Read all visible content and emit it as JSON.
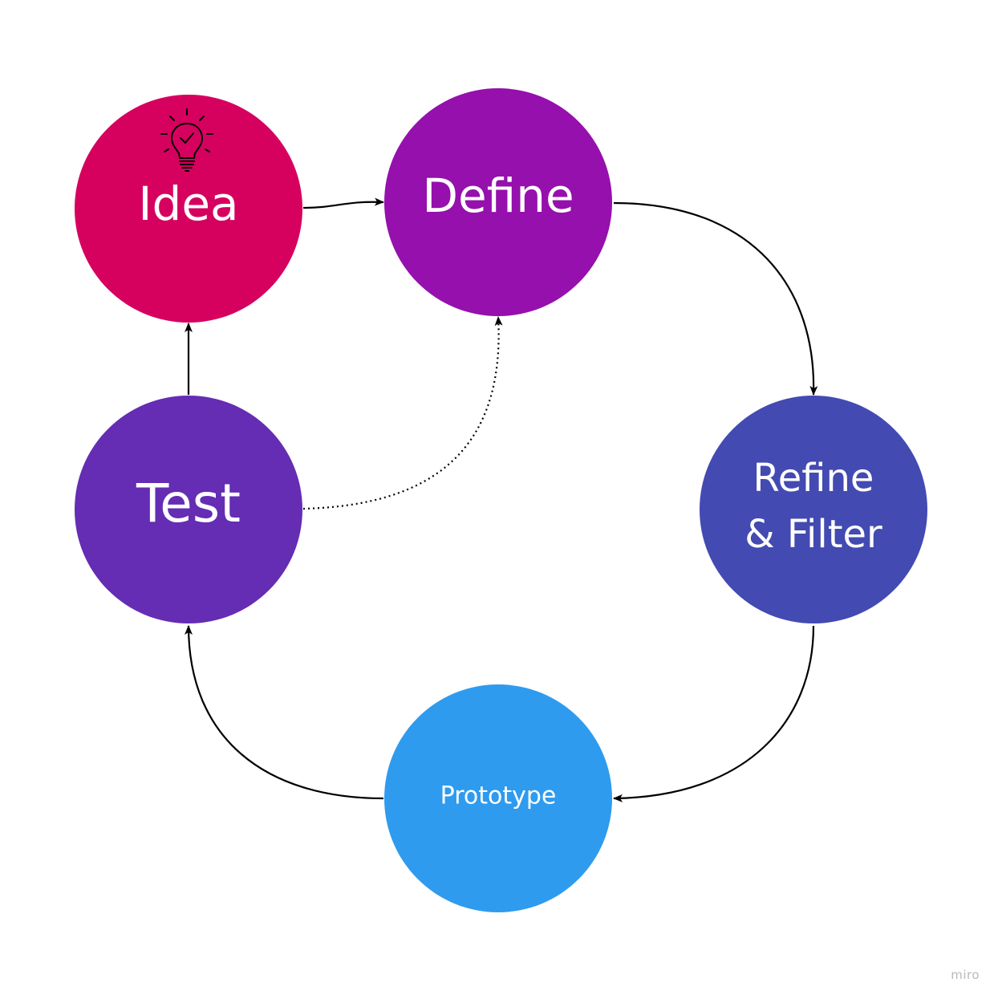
{
  "diagram": {
    "nodes": [
      {
        "id": "idea",
        "label": "Idea",
        "color": "#D6005F",
        "icon": "lightbulb-check-icon"
      },
      {
        "id": "define",
        "label": "Define",
        "color": "#9510AC"
      },
      {
        "id": "refine",
        "label_lines": [
          "Refine",
          "& Filter"
        ],
        "color": "#434AB2"
      },
      {
        "id": "prototype",
        "label": "Prototype",
        "color": "#2E9BEE"
      },
      {
        "id": "test",
        "label": "Test",
        "color": "#652CB4"
      }
    ],
    "edges": [
      {
        "from": "idea",
        "to": "define",
        "style": "solid"
      },
      {
        "from": "define",
        "to": "refine",
        "style": "solid"
      },
      {
        "from": "refine",
        "to": "prototype",
        "style": "solid"
      },
      {
        "from": "prototype",
        "to": "test",
        "style": "solid"
      },
      {
        "from": "test",
        "to": "idea",
        "style": "solid"
      },
      {
        "from": "test",
        "to": "define",
        "style": "dotted"
      }
    ],
    "edge_color": "#000000"
  },
  "watermark": "miro"
}
